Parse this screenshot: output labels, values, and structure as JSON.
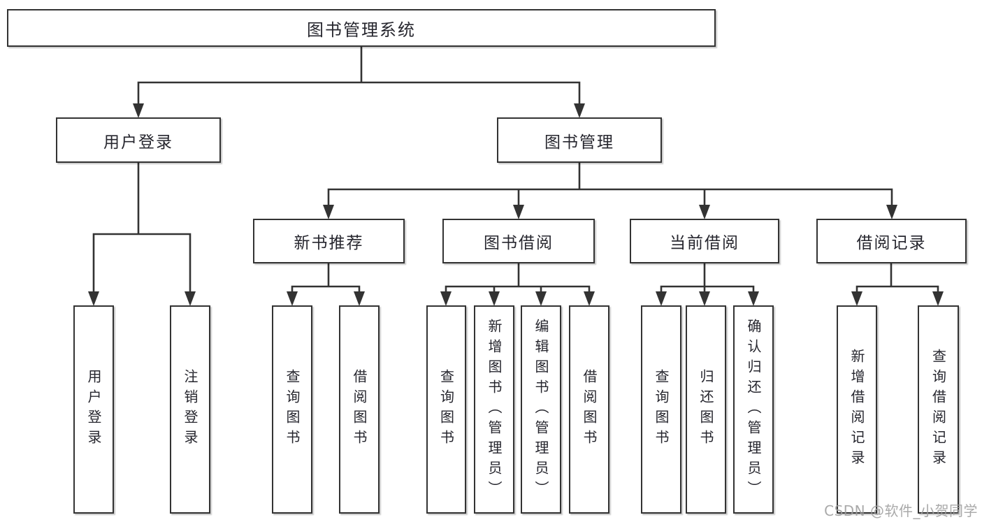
{
  "diagram": {
    "root": {
      "label": "图书管理系统"
    },
    "level2": [
      {
        "label": "用户登录"
      },
      {
        "label": "图书管理"
      }
    ],
    "level3": [
      {
        "label": "新书推荐"
      },
      {
        "label": "图书借阅"
      },
      {
        "label": "当前借阅"
      },
      {
        "label": "借阅记录"
      }
    ],
    "leaves": [
      {
        "label": "用户登录"
      },
      {
        "label": "注销登录"
      },
      {
        "label": "查询图书"
      },
      {
        "label": "借阅图书"
      },
      {
        "label": "查询图书"
      },
      {
        "label": "新增图书（管理员）"
      },
      {
        "label": "编辑图书（管理员）"
      },
      {
        "label": "借阅图书"
      },
      {
        "label": "查询图书"
      },
      {
        "label": "归还图书"
      },
      {
        "label": "确认归还（管理员）"
      },
      {
        "label": "新增借阅记录"
      },
      {
        "label": "查询借阅记录"
      }
    ],
    "watermark": "CSDN @软件_小贺同学",
    "colors": {
      "line": "#333333",
      "text": "#26262e",
      "watermark": "#9e9e9e",
      "background": "#ffffff"
    }
  }
}
